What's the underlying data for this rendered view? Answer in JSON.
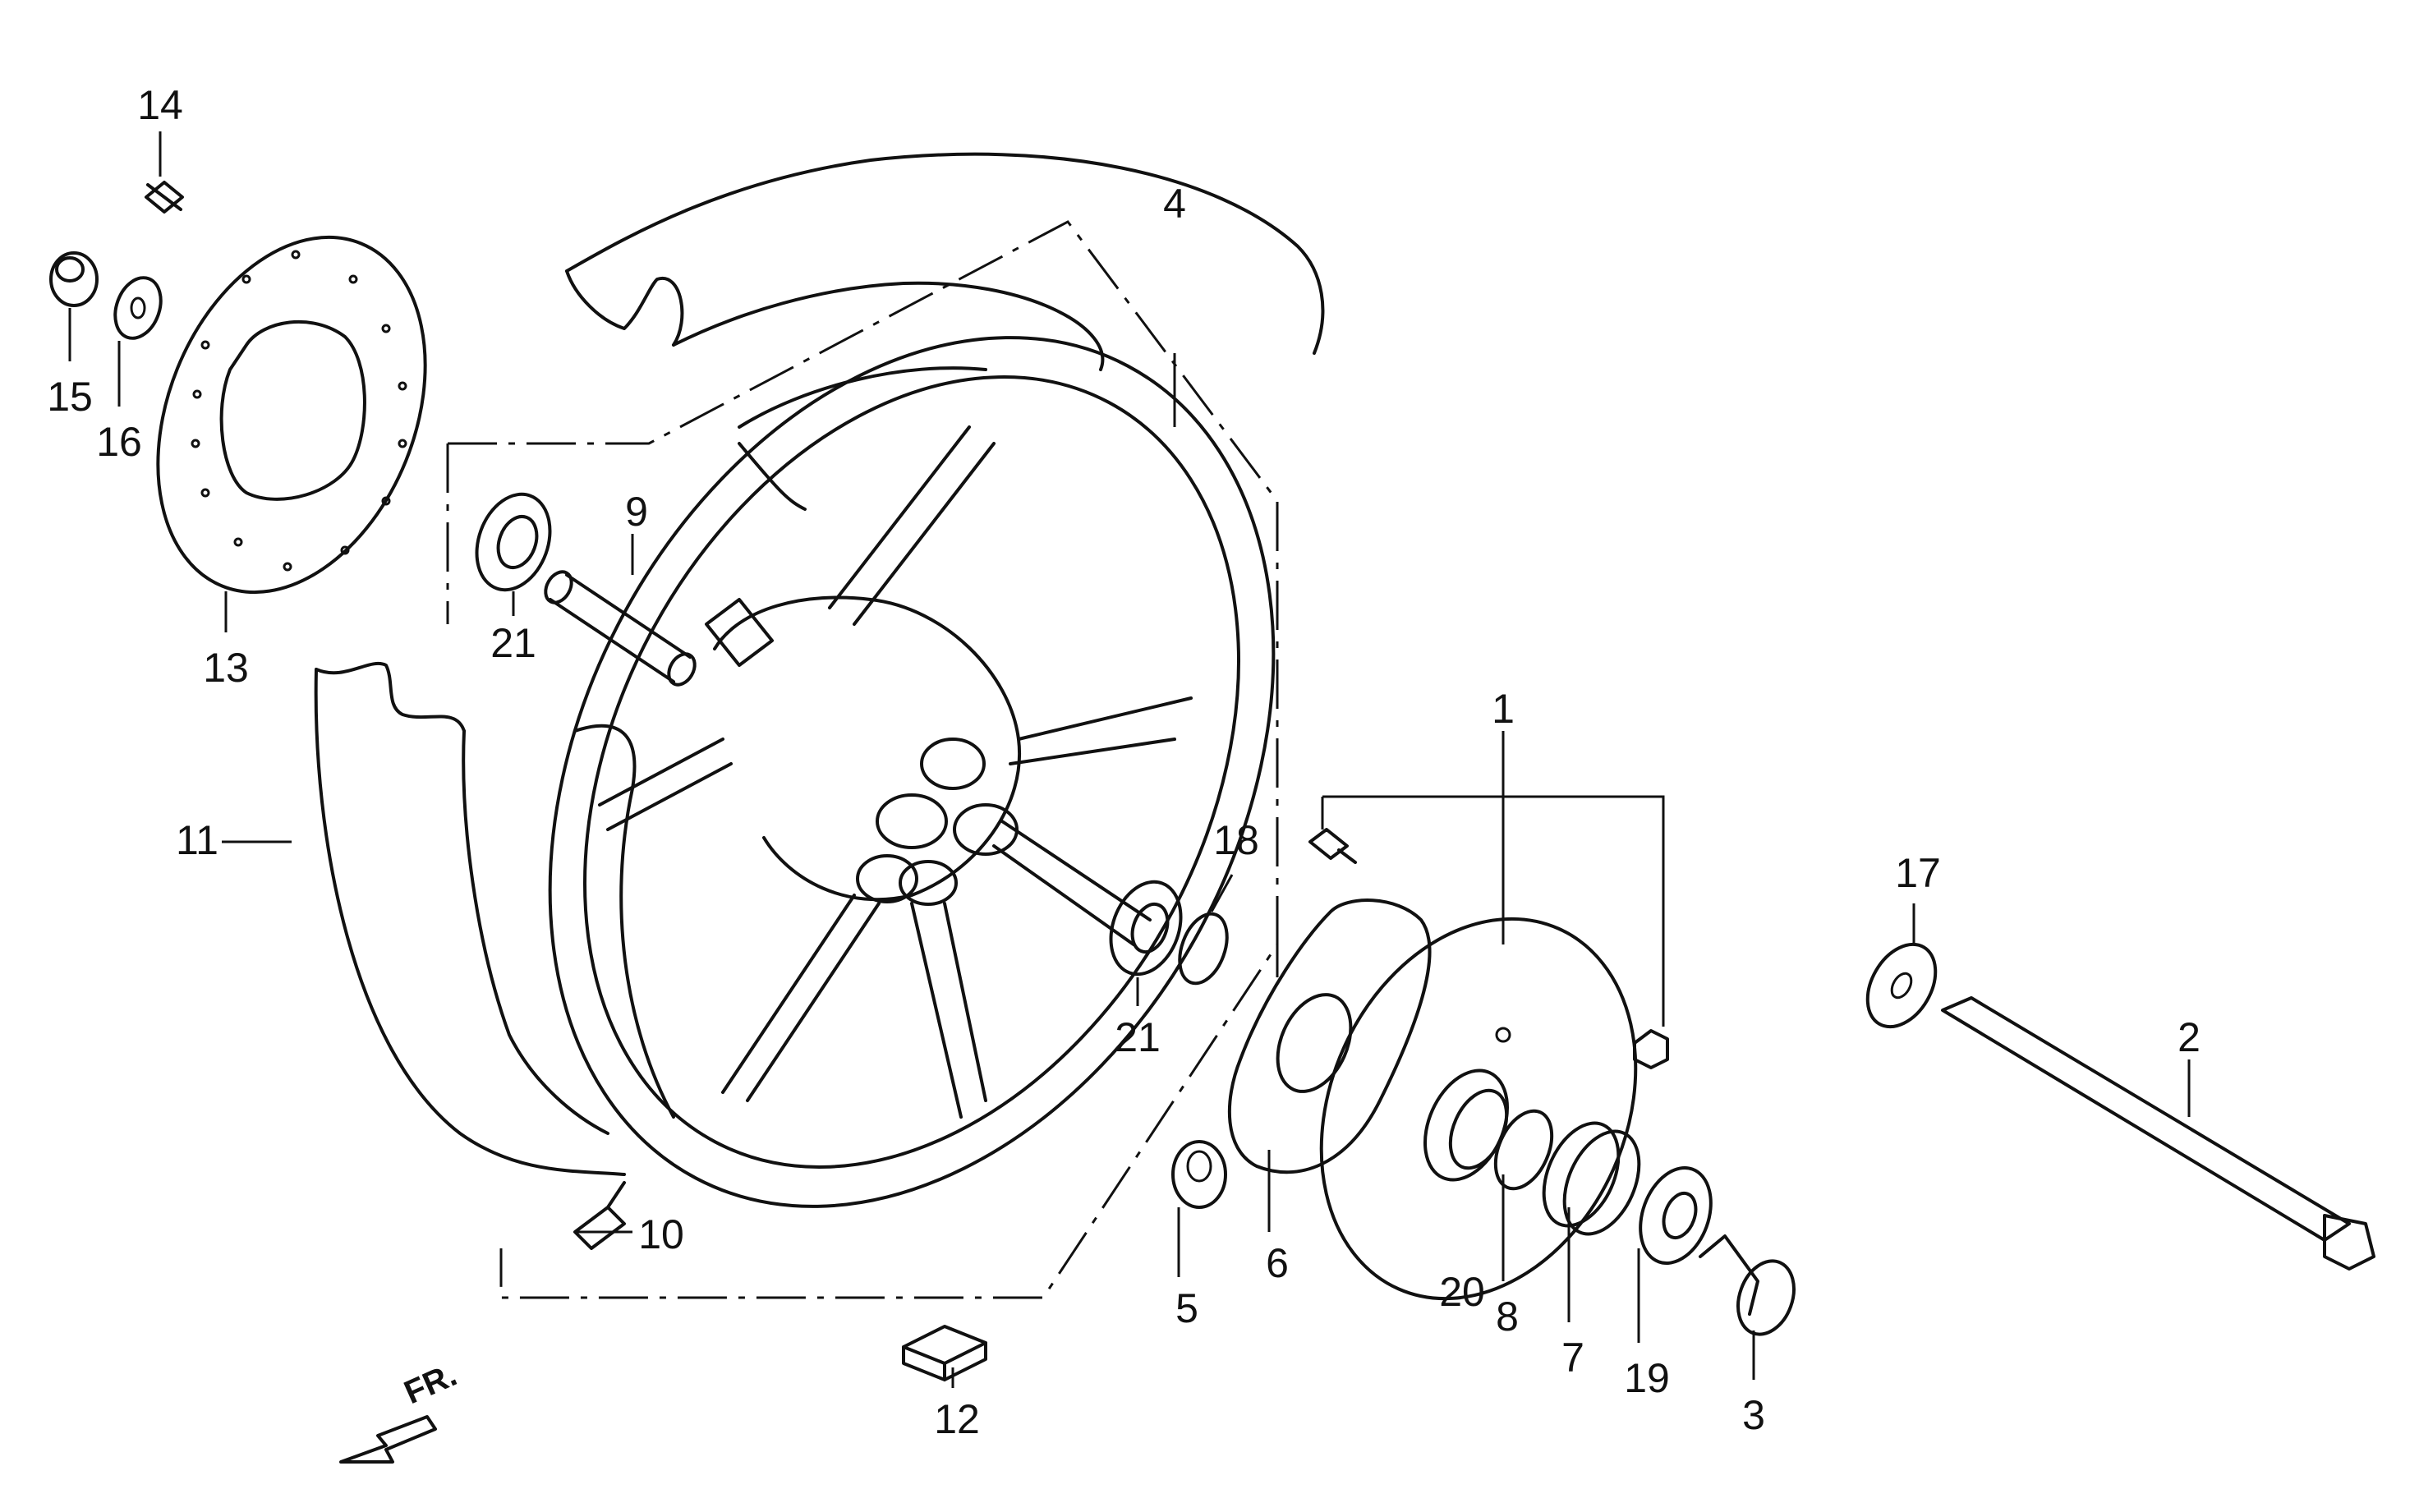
{
  "callouts": {
    "c1": "1",
    "c2": "2",
    "c3": "3",
    "c4": "4",
    "c5": "5",
    "c6": "6",
    "c7": "7",
    "c8": "8",
    "c9": "9",
    "c10": "10",
    "c11": "11",
    "c12": "12",
    "c13": "13",
    "c14": "14",
    "c15": "15",
    "c16": "16",
    "c17": "17",
    "c18": "18",
    "c19": "19",
    "c20": "20",
    "c21a": "21",
    "c21b": "21"
  },
  "direction": {
    "label": "FR."
  },
  "colors": {
    "ink": "#111111",
    "paper": "#ffffff"
  }
}
